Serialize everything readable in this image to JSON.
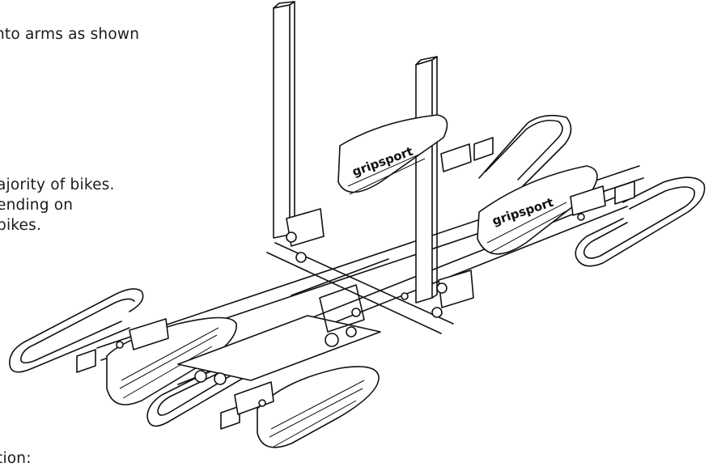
{
  "instructions": {
    "line1": "nto arms as shown",
    "line2": "ajority of bikes.",
    "line3": "ending on",
    "line4": "bikes.",
    "line5": "tion:"
  },
  "brand": {
    "cradle_logo_left": "gripsport",
    "cradle_logo_right": "gripsport"
  },
  "colors": {
    "line": "#111111",
    "background": "#ffffff"
  }
}
